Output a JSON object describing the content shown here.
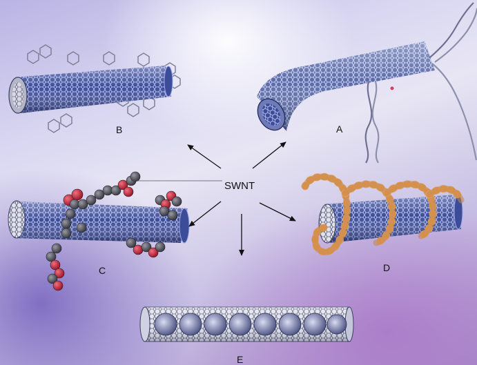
{
  "center_label": "SWNT",
  "panels": {
    "a": "A",
    "b": "B",
    "c": "C",
    "d": "D",
    "e": "E"
  },
  "colors": {
    "nanotube": "#4a5aa8",
    "nanotube_highlight": "#9aa8e8",
    "oxygen_atoms": "#c8283c",
    "carbon_atoms": "#4a4a52",
    "polymer_wrap": "#e0a060",
    "arrow": "#111111"
  },
  "icons": {
    "aromatic_groups": "benzene-ring",
    "dna_strands": "twisted-helix",
    "fullerene_peapod": "c60-sphere"
  }
}
